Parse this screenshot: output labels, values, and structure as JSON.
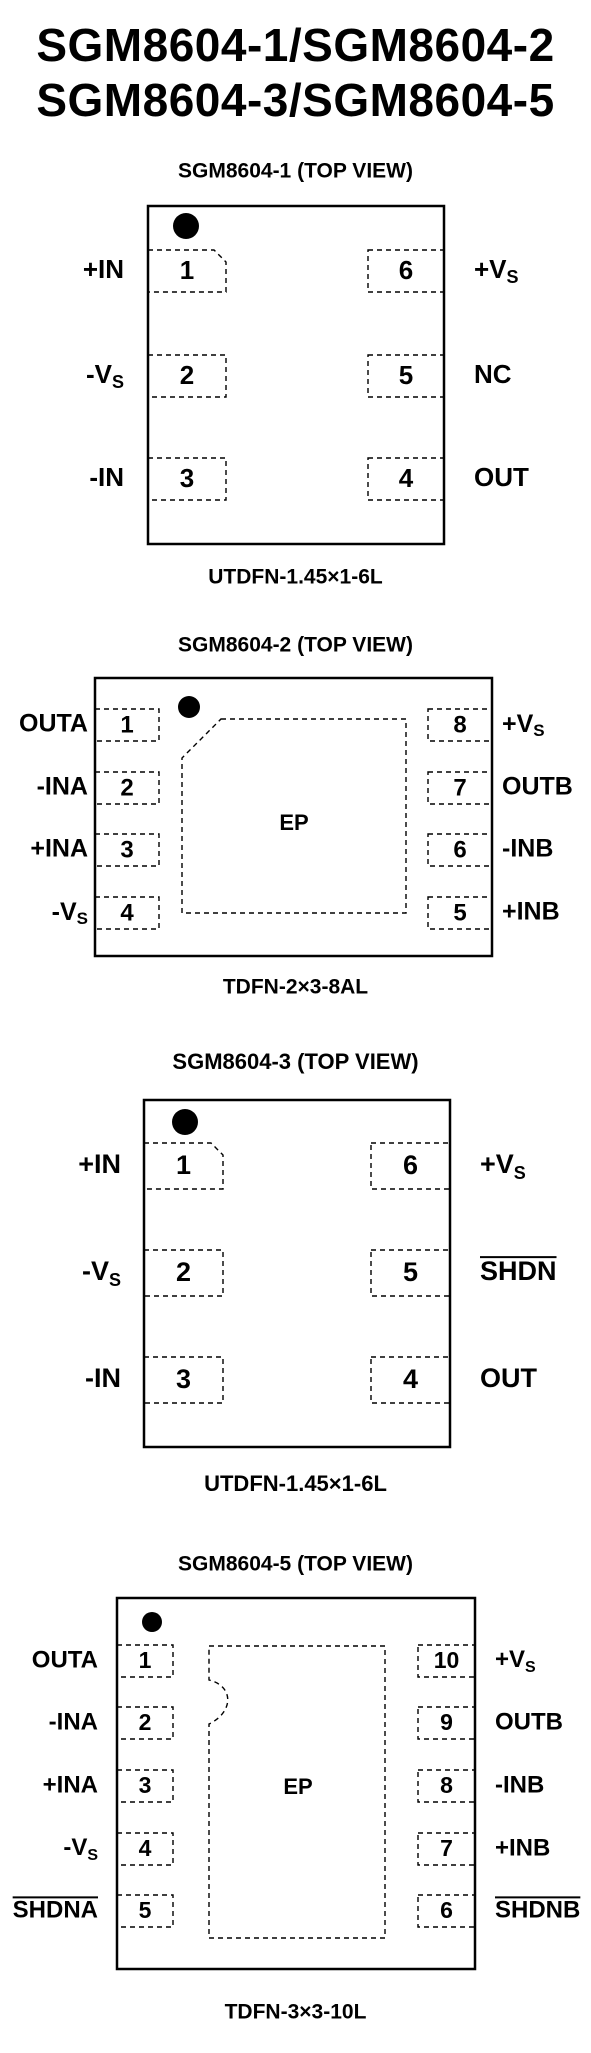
{
  "title": {
    "line1": "SGM8604-1/SGM8604-2",
    "line2": "SGM8604-3/SGM8604-5"
  },
  "packages": [
    {
      "heading": "SGM8604-1 (TOP VIEW)",
      "package_name": "UTDFN-1.45×1-6L",
      "pins": [
        {
          "num": "1",
          "label": "+IN"
        },
        {
          "num": "2",
          "label": "-VS"
        },
        {
          "num": "3",
          "label": "-IN"
        },
        {
          "num": "4",
          "label": "OUT"
        },
        {
          "num": "5",
          "label": "NC"
        },
        {
          "num": "6",
          "label": "+VS"
        }
      ]
    },
    {
      "heading": "SGM8604-2 (TOP VIEW)",
      "package_name": "TDFN-2×3-8AL",
      "pad": "EP",
      "pins": [
        {
          "num": "1",
          "label": "OUTA"
        },
        {
          "num": "2",
          "label": "-INA"
        },
        {
          "num": "3",
          "label": "+INA"
        },
        {
          "num": "4",
          "label": "-VS"
        },
        {
          "num": "5",
          "label": "+INB"
        },
        {
          "num": "6",
          "label": "-INB"
        },
        {
          "num": "7",
          "label": "OUTB"
        },
        {
          "num": "8",
          "label": "+VS"
        }
      ]
    },
    {
      "heading": "SGM8604-3 (TOP VIEW)",
      "package_name": "UTDFN-1.45×1-6L",
      "pins": [
        {
          "num": "1",
          "label": "+IN"
        },
        {
          "num": "2",
          "label": "-VS"
        },
        {
          "num": "3",
          "label": "-IN"
        },
        {
          "num": "4",
          "label": "OUT"
        },
        {
          "num": "5",
          "label": "SHDN",
          "overline": true
        },
        {
          "num": "6",
          "label": "+VS"
        }
      ]
    },
    {
      "heading": "SGM8604-5 (TOP VIEW)",
      "package_name": "TDFN-3×3-10L",
      "pad": "EP",
      "pins": [
        {
          "num": "1",
          "label": "OUTA"
        },
        {
          "num": "2",
          "label": "-INA"
        },
        {
          "num": "3",
          "label": "+INA"
        },
        {
          "num": "4",
          "label": "-VS"
        },
        {
          "num": "5",
          "label": "SHDNA",
          "overline": true
        },
        {
          "num": "6",
          "label": "SHDNB",
          "overline": true
        },
        {
          "num": "7",
          "label": "+INB"
        },
        {
          "num": "8",
          "label": "-INB"
        },
        {
          "num": "9",
          "label": "OUTB"
        },
        {
          "num": "10",
          "label": "+VS"
        }
      ]
    }
  ]
}
